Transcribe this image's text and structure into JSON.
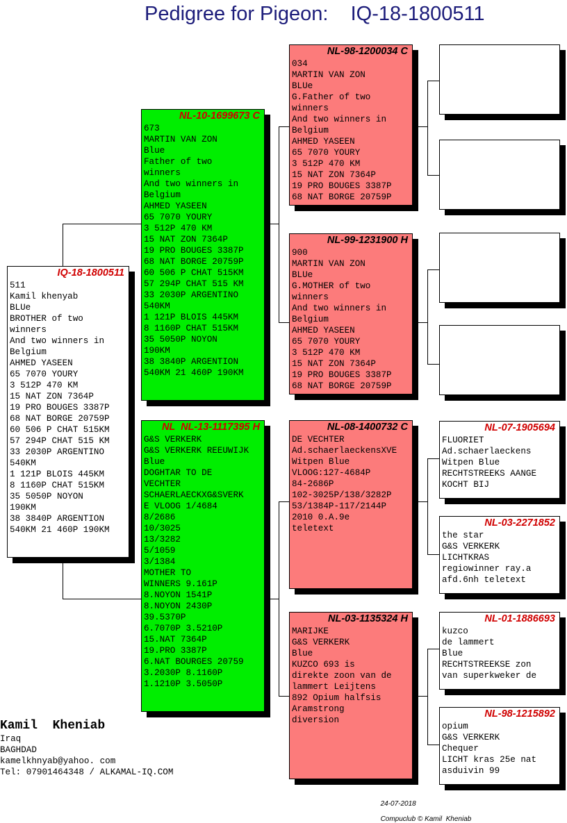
{
  "title": "Pedigree for Pigeon:    IQ-18-1800511",
  "subject": {
    "ring": "IQ-18-1800511",
    "lines": [
      "511",
      "Kamil khenyab",
      "BLUe",
      "BROTHER of two",
      "winners",
      "And two winners in",
      "Belgium",
      "AHMED YASEEN",
      "65 7070 YOURY",
      "3 512P 470 KM",
      "15 NAT ZON 7364P",
      "19 PRO BOUGES 3387P",
      "68 NAT BORGE 20759P",
      "60 506 P CHAT 515KM",
      "57 294P CHAT 515 KM",
      "33 2030P ARGENTINO",
      "540KM",
      "1 121P BLOIS 445KM",
      "8 1160P CHAT 515KM",
      "35 5050P NOYON",
      "190KM",
      "38 3840P ARGENTION",
      "540KM 21 460P 190KM"
    ]
  },
  "sire": {
    "ring": "NL-10-1699673 C",
    "lines": [
      "673",
      "MARTIN VAN ZON",
      "Blue",
      "Father of two",
      "winners",
      "And two winners in",
      "Belgium",
      "AHMED YASEEN",
      "65 7070 YOURY",
      "3 512P 470 KM",
      "15 NAT ZON 7364P",
      "19 PRO BOUGES 3387P",
      "68 NAT BORGE 20759P",
      "60 506 P CHAT 515KM",
      "57 294P CHAT 515 KM",
      "33 2030P ARGENTINO",
      "540KM",
      "1 121P BLOIS 445KM",
      "8 1160P CHAT 515KM",
      "35 5050P NOYON",
      "190KM",
      "38 3840P ARGENTION",
      "540KM 21 460P 190KM"
    ]
  },
  "dam": {
    "ring": "NL  NL-13-1117395 H",
    "lines": [
      "G&S VERKERK",
      "G&S VERKERK REEUWIJK",
      "Blue",
      "DOGHTAR TO DE",
      "VECHTER",
      "SCHAERLAECKXG&SVERK",
      "E VLOOG 1/4684",
      "8/2686",
      "10/3025",
      "13/3282",
      "5/1059",
      "3/1384",
      "MOTHER TO",
      "WINNERS 9.161P",
      "8.NOYON 1541P",
      "8.NOYON 2430P",
      "39.5370P",
      "6.7070P 3.5210P",
      "15.NAT 7364P",
      "19.PRO 3387P",
      "6.NAT BOURGES 20759",
      "3.2030P 8.1160P",
      "1.1210P 3.5050P"
    ]
  },
  "sire_sire": {
    "ring": "NL-98-1200034 C",
    "lines": [
      "034",
      "MARTIN VAN ZON",
      "BLUe",
      "G.Father of two",
      "winners",
      "And two winners in",
      "Belgium",
      "AHMED YASEEN",
      "65 7070 YOURY",
      "3 512P 470 KM",
      "15 NAT ZON 7364P",
      "19 PRO BOUGES 3387P",
      "68 NAT BORGE 20759P"
    ]
  },
  "sire_dam": {
    "ring": "NL-99-1231900 H",
    "lines": [
      "900",
      "MARTIN VAN ZON",
      "BLUe",
      "G.MOTHER of two",
      "winners",
      "And two winners in",
      "Belgium",
      "AHMED YASEEN",
      "65 7070 YOURY",
      "3 512P 470 KM",
      "15 NAT ZON 7364P",
      "19 PRO BOUGES 3387P",
      "68 NAT BORGE 20759P"
    ]
  },
  "dam_sire": {
    "ring": "NL-08-1400732 C",
    "lines": [
      "DE VECHTER",
      "Ad.schaerlaeckensXVE",
      "Witpen Blue",
      "VLOOG:127-4684P",
      "84-2686P",
      "102-3025P/138/3282P",
      "53/1384P-117/2144P",
      "2010 0.A.9e",
      "teletext"
    ]
  },
  "dam_dam": {
    "ring": "NL-03-1135324 H",
    "lines": [
      "MARIJKE",
      "G&S VERKERK",
      "Blue",
      "KUZCO 693 is",
      "direkte zoon van de",
      "lammert Leijtens",
      "892 Opium halfsis",
      "Aramstrong",
      "diversion"
    ]
  },
  "g_sire_sire_sire": {
    "ring": "",
    "lines": []
  },
  "g_sire_sire_dam": {
    "ring": "",
    "lines": []
  },
  "g_sire_dam_sire": {
    "ring": "",
    "lines": []
  },
  "g_sire_dam_dam": {
    "ring": "",
    "lines": []
  },
  "g_dam_sire_sire": {
    "ring": "NL-07-1905694",
    "lines": [
      "FLUORIET",
      "Ad.schaerlaeckens",
      "Witpen Blue",
      "RECHTSTREEKS AANGE",
      "KOCHT BIJ"
    ]
  },
  "g_dam_sire_dam": {
    "ring": "NL-03-2271852",
    "lines": [
      "the star",
      "G&S VERKERK",
      "LICHTKRAS",
      "regiowinner ray.a",
      "afd.6nh teletext"
    ]
  },
  "g_dam_dam_sire": {
    "ring": "NL-01-1886693",
    "lines": [
      "kuzco",
      "de lammert",
      "Blue",
      "RECHTSTREEKSE zon",
      "van superkweker de"
    ]
  },
  "g_dam_dam_dam": {
    "ring": "NL-98-1215892",
    "lines": [
      "opium",
      "G&S VERKERK",
      "Chequer",
      "LICHT kras 25e nat",
      "asduivin 99"
    ]
  },
  "owner": {
    "name": "Kamil  Kheniab",
    "lines": [
      "Iraq",
      "BAGHDAD",
      "kamelkhnyab@yahoo. com",
      "Tel: 07901464348 / ALKAMAL-IQ.COM"
    ]
  },
  "footer": {
    "date": "24-07-2018",
    "credit": "Compuclub © Kamil  Kheniab"
  },
  "colors": {
    "title": "#1c1c7a",
    "ring_red": "#d00000",
    "green_card": "#00ee00",
    "red_card": "#fc7b7b"
  }
}
